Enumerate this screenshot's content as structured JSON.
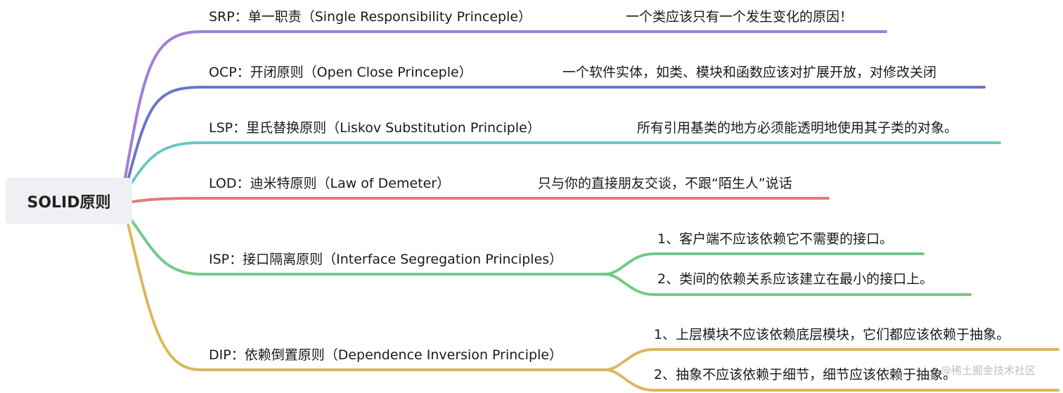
{
  "root": {
    "label": "SOLID原则"
  },
  "branches": [
    {
      "label": "SRP：单一职责（Single Responsibility Princeple）",
      "color": "#a07fd6",
      "leaves": [
        "一个类应该只有一个发生变化的原因！"
      ]
    },
    {
      "label": "OCP：开闭原则（Open Close Princeple）",
      "color": "#6c74c9",
      "leaves": [
        "一个软件实体，如类、模块和函数应该对扩展开放，对修改关闭"
      ]
    },
    {
      "label": "LSP：里氏替换原则（Liskov Substitution Principle）",
      "color": "#6cc7c4",
      "leaves": [
        "所有引用基类的地方必须能透明地使用其子类的对象。"
      ]
    },
    {
      "label": "LOD：迪米特原则（Law of Demeter）",
      "color": "#e37a7a",
      "leaves": [
        "只与你的直接朋友交谈，不跟“陌生人”说话"
      ]
    },
    {
      "label": "ISP：接口隔离原则（Interface Segregation Principles）",
      "color": "#74c98a",
      "leaves": [
        "1、客户端不应该依赖它不需要的接口。",
        "2、类间的依赖关系应该建立在最小的接口上。"
      ]
    },
    {
      "label": "DIP：依赖倒置原则（Dependence Inversion Principle）",
      "color": "#dcb75a",
      "leaves": [
        "1、上层模块不应该依赖底层模块，它们都应该依赖于抽象。",
        "2、抽象不应该依赖于细节，细节应该依赖于抽象。"
      ]
    }
  ],
  "watermark": "@稀土掘金技术社区"
}
